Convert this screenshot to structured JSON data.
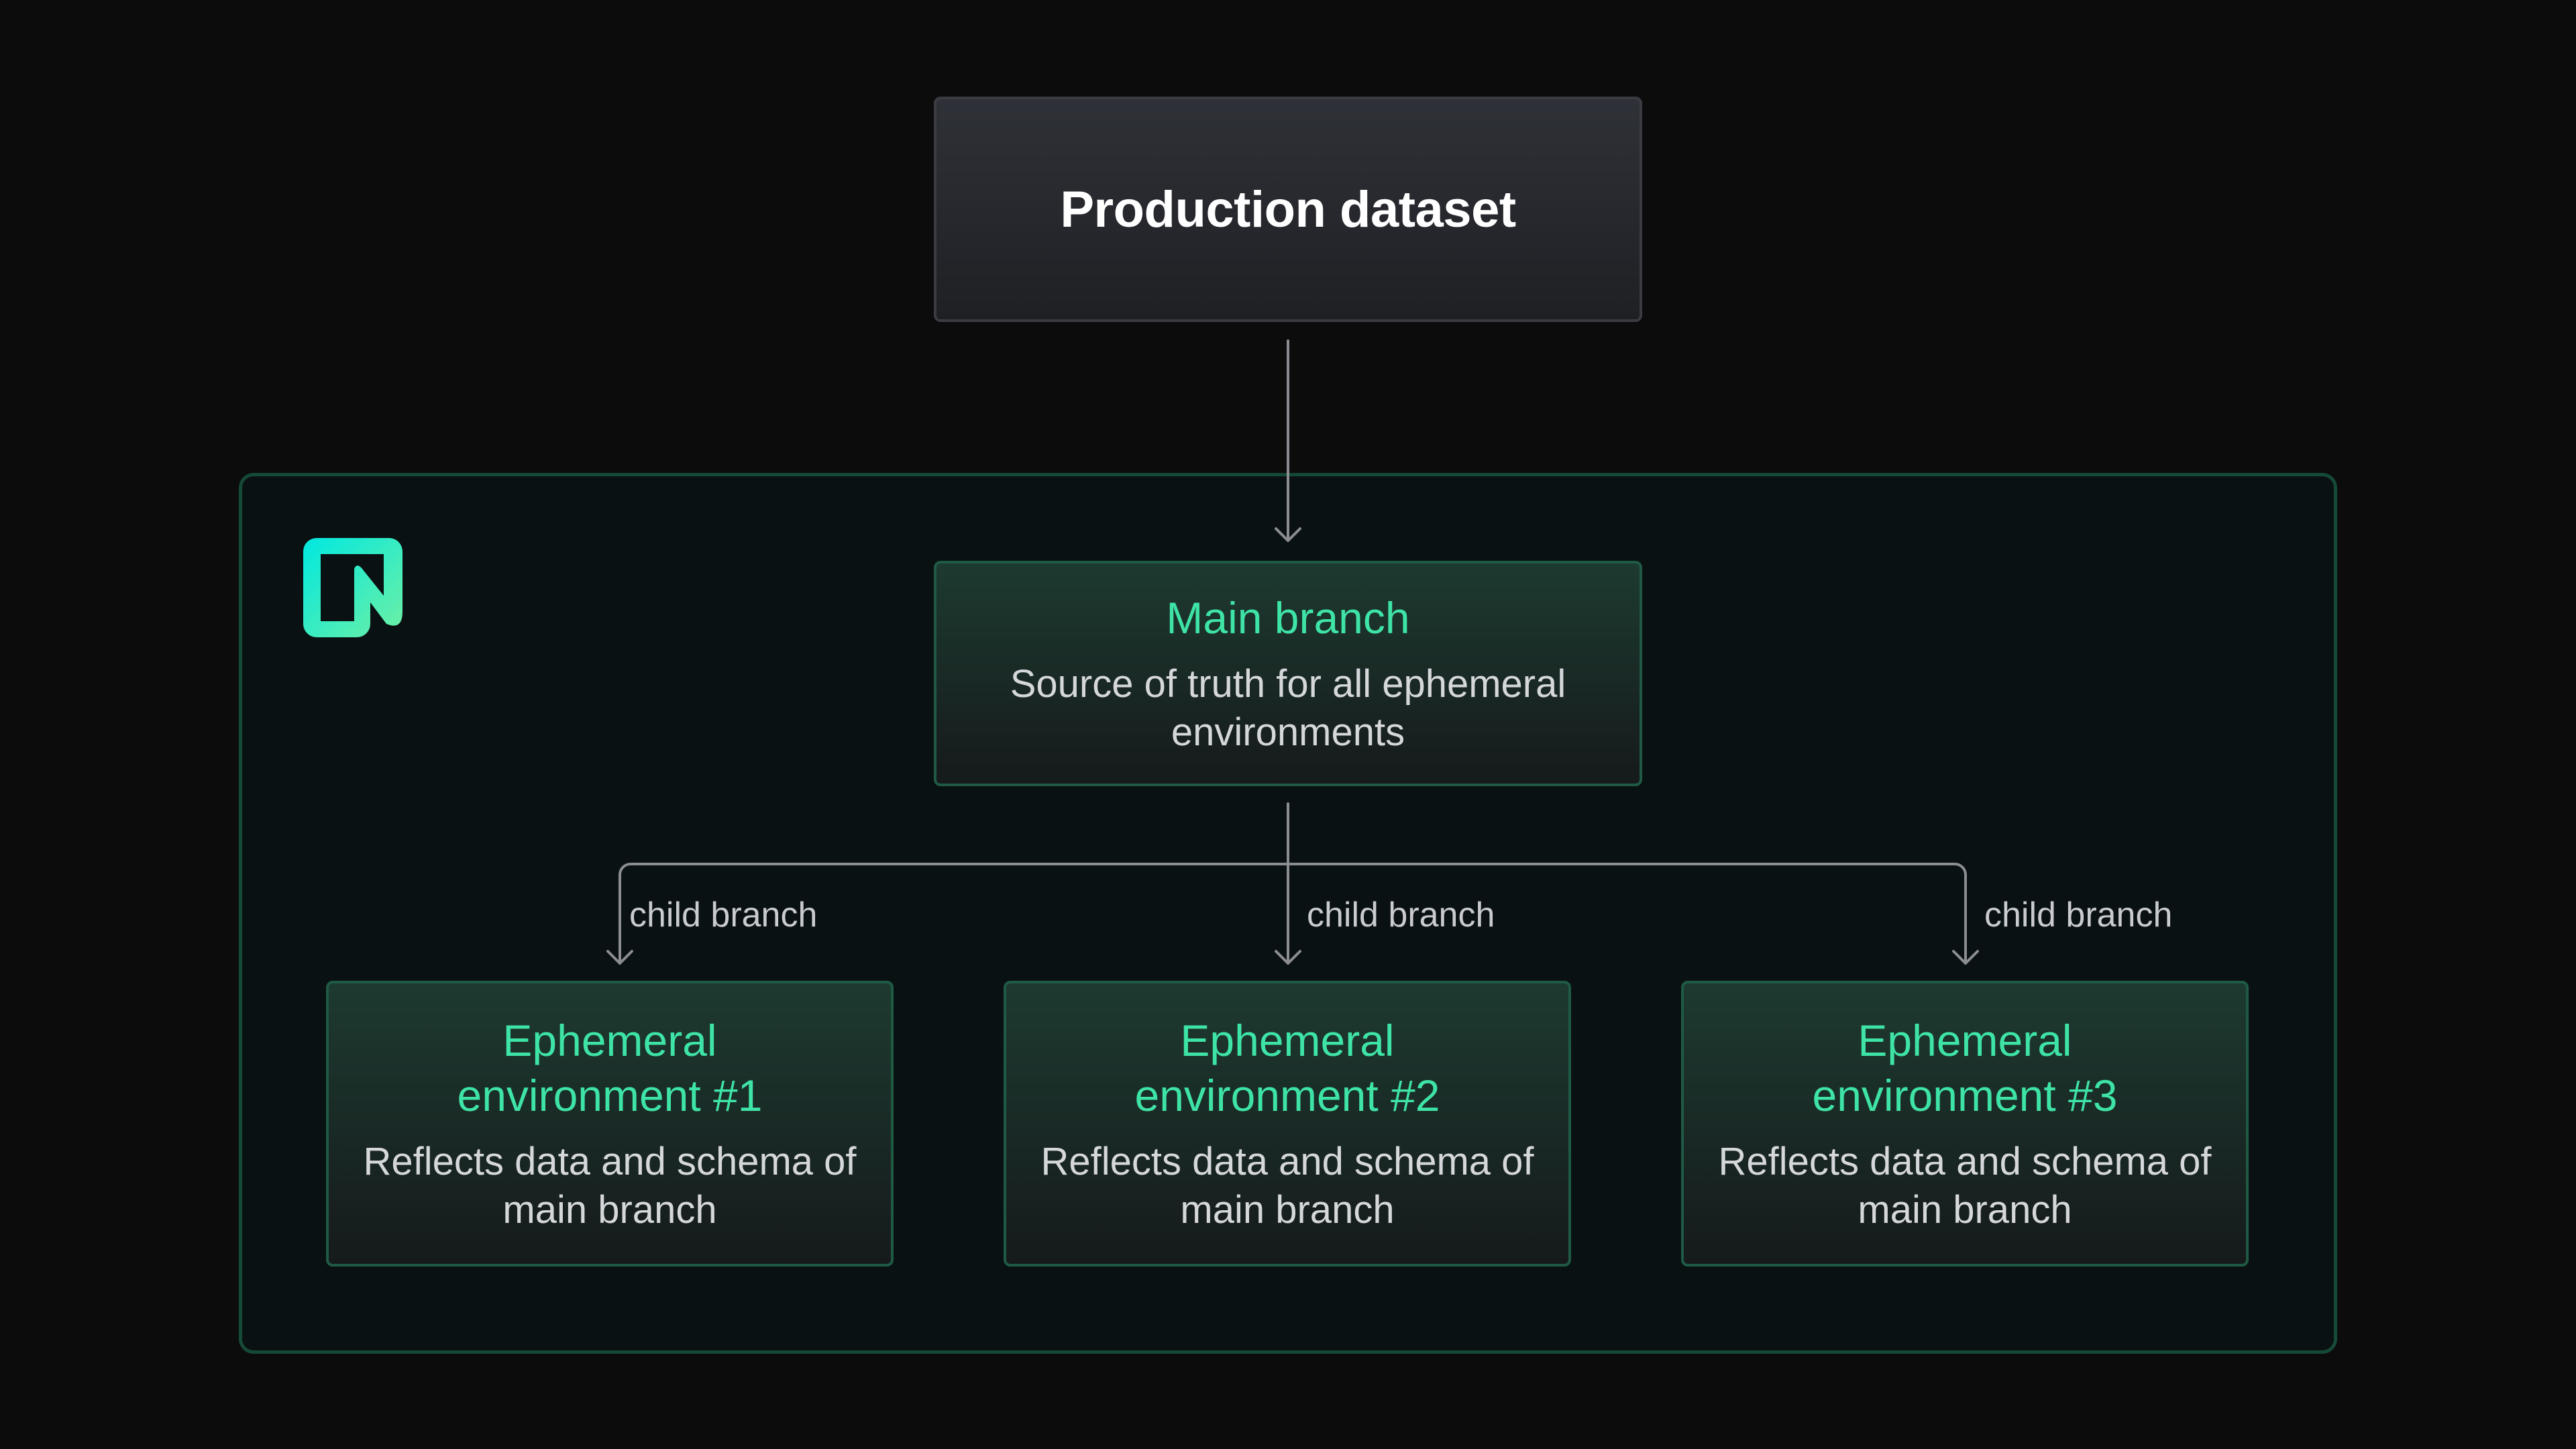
{
  "source": {
    "title": "Production dataset"
  },
  "main_branch": {
    "title": "Main branch",
    "description": "Source of truth for all ephemeral environments"
  },
  "edge_label": "child branch",
  "environments": [
    {
      "title": "Ephemeral environment #1",
      "description": "Reflects data and schema of main branch",
      "edge_label": "child branch"
    },
    {
      "title": "Ephemeral environment #2",
      "description": "Reflects data and schema of main branch",
      "edge_label": "child branch"
    },
    {
      "title": "Ephemeral environment #3",
      "description": "Reflects data and schema of main branch",
      "edge_label": "child branch"
    }
  ],
  "logo": {
    "icon": "neon-logo-icon"
  },
  "colors": {
    "background": "#0c0c0d",
    "accent_green": "#3ee3a6",
    "container_border": "#164a38",
    "connector": "#8b8d92"
  }
}
